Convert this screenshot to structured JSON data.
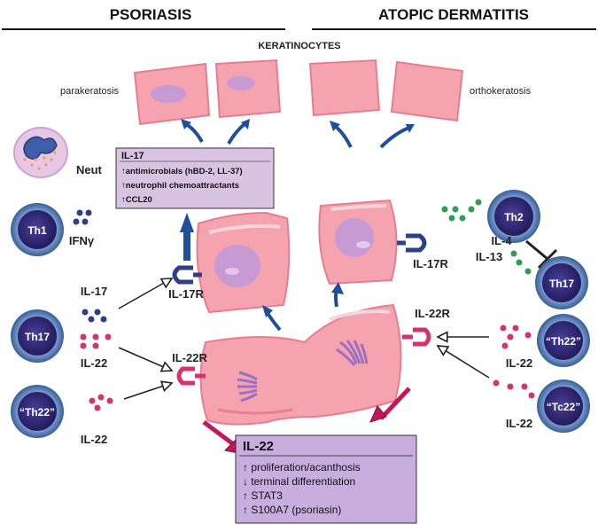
{
  "headers": {
    "psoriasis": "PSORIASIS",
    "atopic": "ATOPIC DERMATITIS"
  },
  "keratinocytes": "KERATINOCYTES",
  "parakeratosis": "parakeratosis",
  "orthokeratosis": "orthokeratosis",
  "left": {
    "neut": "Neut",
    "th1": "Th1",
    "ifng": "IFNγ",
    "il17": "IL-17",
    "th17": "Th17",
    "il22_a": "IL-22",
    "th22": "“Th22”",
    "il22_b": "IL-22"
  },
  "receptors": {
    "il17r_left": "IL-17R",
    "il22r_left": "IL-22R",
    "il17r_right": "IL-17R",
    "il22r_right": "IL-22R"
  },
  "right": {
    "th2": "Th2",
    "il4": "IL-4",
    "il13": "IL-13",
    "th17": "Th17",
    "th22": "“Th22”",
    "il22_a": "IL-22",
    "tc22": "“Tc22”",
    "il22_b": "IL-22"
  },
  "box_il17": {
    "title": "IL-17",
    "lines": [
      "↑antimicrobials (hBD-2, LL-37)",
      "↑neutrophil chemoattractants",
      "↑CCL20"
    ]
  },
  "box_il22": {
    "title": "IL-22",
    "lines": [
      "↑  proliferation/acanthosis",
      "↓  terminal differentiation",
      "↑  STAT3",
      "↑  S100A7 (psoriasin)"
    ]
  },
  "colors": {
    "keratinocyte": "#f5a3ae",
    "keratinocyte_edge": "#e57f8e",
    "nucleus": "#c79ad4",
    "tcell_outer": "#4a6fa8",
    "tcell_inner": "#3a2f78",
    "arrow_blue": "#1f4f9a",
    "arrow_pink": "#c2185b",
    "dot_blue": "#2d3f86",
    "dot_pink": "#d6336c",
    "dot_green": "#2f9e55",
    "receptor_blue": "#2d3f86",
    "receptor_pink": "#d6336c",
    "box_fill": "#d8c4e2"
  }
}
